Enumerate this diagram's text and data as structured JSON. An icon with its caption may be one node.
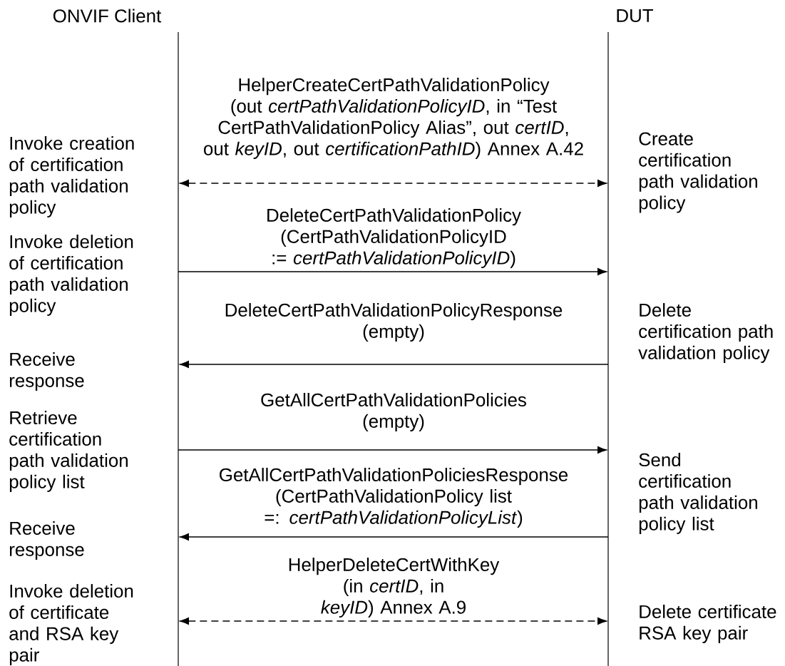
{
  "diagram": {
    "nodes": [
      {
        "text": [
          "ONVIF Client"
        ]
      },
      {
        "text": [
          "DUT"
        ]
      }
    ],
    "edges": [
      {
        "from": 0,
        "to": 1,
        "arrow": "both",
        "style": "dashed",
        "label": "HelperCreateCertPathValidationPolicy (out *certPathValidationPolicyID*, in “Test CertPathValidationPolicy Alias”, out *certID*, out *keyID*, out *certificationPathID*) Annex A.42"
      },
      {
        "from": 0,
        "to": 1,
        "arrow": "to",
        "label": "DeleteCertPathValidationPolicy (CertPathValidationPolicyID := *certPathValidationPolicyID*)"
      },
      {
        "from": 1,
        "to": 0,
        "arrow": "to",
        "label": "DeleteCertPathValidationPolicyResponse (empty)"
      },
      {
        "from": 0,
        "to": 1,
        "arrow": "to",
        "label": "GetAllCertPathValidationPolicies (empty)"
      },
      {
        "from": 1,
        "to": 0,
        "arrow": "to",
        "label": "GetAllCertPathValidationPoliciesResponse (CertPathValidationPolicy list =: *certPathValidationPolicyList*)"
      },
      {
        "from": 0,
        "to": 1,
        "arrow": "both",
        "style": "dashed",
        "label": "HelperDeleteCertWithKey (in *certID*, in *keyID*) Annex A.9"
      }
    ],
    "labels": [
      "Invoke creation of certification path validation policy",
      "Create certification path validation policy",
      "Invoke deletion of certification path validation policy",
      "Receive response",
      "Delete certification path validation policy",
      "Retrieve certification path validation policy list",
      "Send certification path validation policy list",
      "Receive response",
      "Invoke deletion of certificate and RSA key pair",
      "Delete certificate RSA key pair"
    ]
  }
}
